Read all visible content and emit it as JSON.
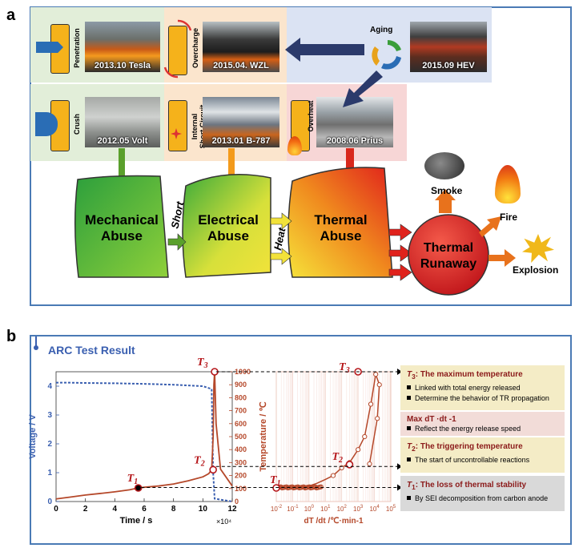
{
  "panel_a": {
    "label": "a",
    "aging_label": "Aging",
    "photos": {
      "tesla": "2013.10 Tesla",
      "wzl": "2015.04. WZL",
      "hev": "2015.09 HEV",
      "volt": "2012.05 Volt",
      "b787": "2013.01 B-787",
      "prius": "2008.06 Prius"
    },
    "causes": {
      "penetration": "Penetration",
      "overcharge": "Overcharge",
      "crush": "Crush",
      "internal_short_1": "Internal",
      "internal_short_2": "Short Circuit",
      "overheat": "Overheat"
    },
    "abuse": {
      "mechanical_1": "Mechanical",
      "mechanical_2": "Abuse",
      "electrical_1": "Electrical",
      "electrical_2": "Abuse",
      "thermal_1": "Thermal",
      "thermal_2": "Abuse"
    },
    "links": {
      "short": "Short",
      "heat": "Heat"
    },
    "runaway_1": "Thermal",
    "runaway_2": "Runaway",
    "outcomes": {
      "smoke": "Smoke",
      "fire": "Fire",
      "explosion": "Explosion"
    },
    "colors": {
      "green_bg": "#e2eed9",
      "orange_bg": "#fbe5cd",
      "blue_bg": "#dbe3f3",
      "pink_bg": "#f7d6d6",
      "runaway": "#e23a3a"
    }
  },
  "panel_b": {
    "label": "b",
    "title": "ARC Test Result",
    "notes": {
      "t3_title_sym": "T",
      "t3_title_sub": "3",
      "t3_title_rest": ": The maximum temperature",
      "t3_b1": "Linked with total energy released",
      "t3_b2": "Determine the behavior of TR propagation",
      "max_title": "Max dT ·dt -1",
      "max_b1": "Reflect the energy release speed",
      "t2_title_sym": "T",
      "t2_title_sub": "2",
      "t2_title_rest": ": The triggering temperature",
      "t2_b1": "The start of uncontrollable reactions",
      "t1_title_sym": "T",
      "t1_title_sub": "1",
      "t1_title_rest": ": The loss of thermal stability",
      "t1_b1": "By SEI decomposition from carbon anode"
    },
    "point_labels": {
      "t1": "T1",
      "t2": "T2",
      "t3": "T3",
      "t1r": "T1",
      "t2r": "T2",
      "t3r": "T3"
    },
    "colors": {
      "voltage": "#3a5fb0",
      "temp": "#b5482a",
      "note_yellow": "#f4ecc6",
      "note_pink": "#f2dcd8",
      "note_gray": "#d9d9d9"
    }
  },
  "chart_data": [
    {
      "type": "line",
      "xlabel": "Time / s",
      "x_multiplier": "×10⁴",
      "xlim": [
        0,
        12
      ],
      "x_ticks": [
        "0",
        "2",
        "4",
        "6",
        "8",
        "10",
        "12"
      ],
      "ylabel": "Voltage / V",
      "ylim": [
        0,
        4.5
      ],
      "y_ticks": [
        "0",
        "1",
        "2",
        "3",
        "4"
      ],
      "y2label": "Temperature / ℃",
      "y2lim": [
        0,
        1000
      ],
      "y2_ticks": [
        "0",
        "100",
        "200",
        "300",
        "400",
        "500",
        "600",
        "700",
        "800",
        "900",
        "1000"
      ],
      "series": [
        {
          "name": "Voltage",
          "x": [
            0,
            1,
            2,
            4,
            6,
            8,
            10,
            10.6,
            10.7,
            10.8,
            12
          ],
          "y": [
            4.12,
            4.12,
            4.11,
            4.1,
            4.08,
            4.05,
            4.0,
            3.9,
            1.0,
            0.1,
            0.0
          ]
        },
        {
          "name": "Temperature",
          "x": [
            0,
            1,
            2,
            3,
            4,
            5,
            5.6,
            6,
            7,
            8,
            9,
            10,
            10.4,
            10.6,
            10.7,
            10.75,
            10.8,
            10.9,
            11.2,
            12
          ],
          "y": [
            20,
            35,
            50,
            62,
            75,
            90,
            105,
            110,
            120,
            135,
            160,
            190,
            215,
            245,
            500,
            900,
            1000,
            600,
            250,
            120
          ]
        }
      ]
    },
    {
      "type": "scatter",
      "xlabel": "dT /dt /℃·min-1",
      "x_scale": "log",
      "xlim": [
        0.01,
        100000
      ],
      "x_ticks": [
        "10-2",
        "10-1",
        "100",
        "101",
        "102",
        "103",
        "104",
        "105"
      ],
      "ylim": [
        0,
        1000
      ],
      "series": [
        {
          "name": "dT/dt",
          "x": [
            0.01,
            0.05,
            0.3,
            1,
            3,
            10,
            30,
            100,
            300,
            1000,
            2500,
            6000,
            12000,
            20000,
            15000,
            5000
          ],
          "y": [
            105,
            110,
            112,
            120,
            140,
            170,
            200,
            260,
            300,
            400,
            500,
            750,
            980,
            900,
            640,
            290
          ]
        }
      ]
    }
  ]
}
